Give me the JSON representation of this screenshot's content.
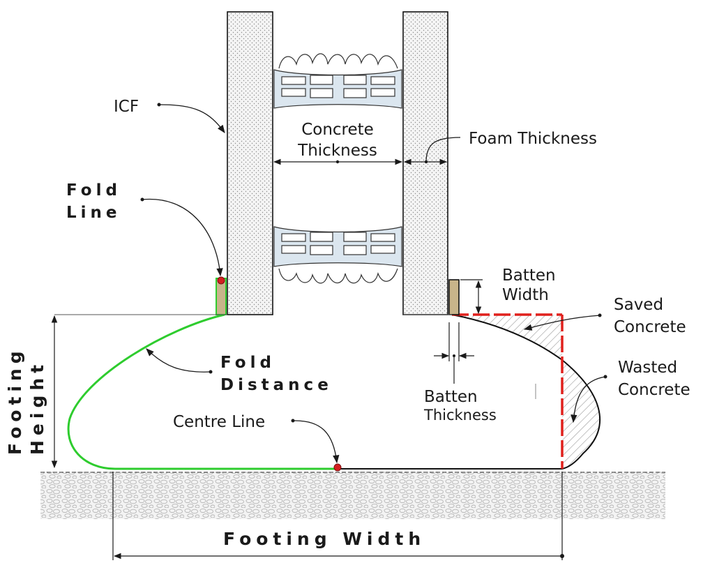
{
  "labels": {
    "icf": "ICF",
    "concrete_thickness_1": "Concrete",
    "concrete_thickness_2": "Thickness",
    "foam_thickness": "Foam Thickness",
    "fold_line_1": "Fold",
    "fold_line_2": "Line",
    "batten_width_1": "Batten",
    "batten_width_2": "Width",
    "saved_concrete_1": "Saved",
    "saved_concrete_2": "Concrete",
    "wasted_concrete_1": "Wasted",
    "wasted_concrete_2": "Concrete",
    "fold_distance_1": "Fold",
    "fold_distance_2": "Distance",
    "batten_thickness_1": "Batten",
    "batten_thickness_2": "Thickness",
    "centre_line": "Centre Line",
    "footing_height_1": "Footing",
    "footing_height_2": "Height",
    "footing_width": "Footing Width"
  },
  "colors": {
    "fold_line_green": "#2ecc2e",
    "cut_line_red": "#e0201c",
    "batten_wood": "#c8b48a",
    "marker_red": "#d42020",
    "foam_fill": "#f2f2f2",
    "gravel_fill": "#efefef",
    "hatch": "#9a9a9a"
  }
}
